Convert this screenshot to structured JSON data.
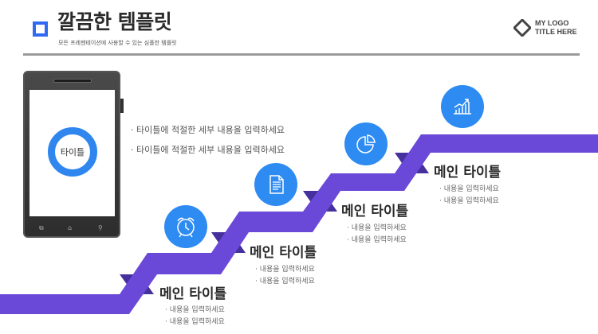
{
  "header": {
    "title": "깔끔한 템플릿",
    "subtitle": "모든 프레젠테이션에 사용할 수 있는 심플한 템플릿",
    "logo_line1": "MY LOGO",
    "logo_line2": "TITLE HERE",
    "accent_color": "#2f6bf0"
  },
  "phone": {
    "ring_label": "타이틀",
    "buttons": [
      "⧉",
      "⌂",
      "⚲"
    ]
  },
  "bullets": [
    "· 타이틀에 적절한 세부 내용을 입력하세요",
    "· 타이틀에 적절한 세부 내용을 입력하세요"
  ],
  "steps": [
    {
      "title": "메인 타이틀",
      "desc1": "· 내용을 입력하세요",
      "desc2": "· 내용을 입력하세요",
      "icon": "alarm-clock-icon"
    },
    {
      "title": "메인 타이틀",
      "desc1": "· 내용을 입력하세요",
      "desc2": "· 내용을 입력하세요",
      "icon": "document-icon"
    },
    {
      "title": "메인 타이틀",
      "desc1": "· 내용을 입력하세요",
      "desc2": "· 내용을 입력하세요",
      "icon": "pie-chart-icon"
    },
    {
      "title": "메인 타이틀",
      "desc1": "· 내용을 입력하세요",
      "desc2": "· 내용을 입력하세요",
      "icon": "growth-chart-icon"
    }
  ],
  "colors": {
    "stair_main": "#6a48d8",
    "stair_shadow": "#45309e",
    "icon_circle": "#2d8bf2"
  }
}
